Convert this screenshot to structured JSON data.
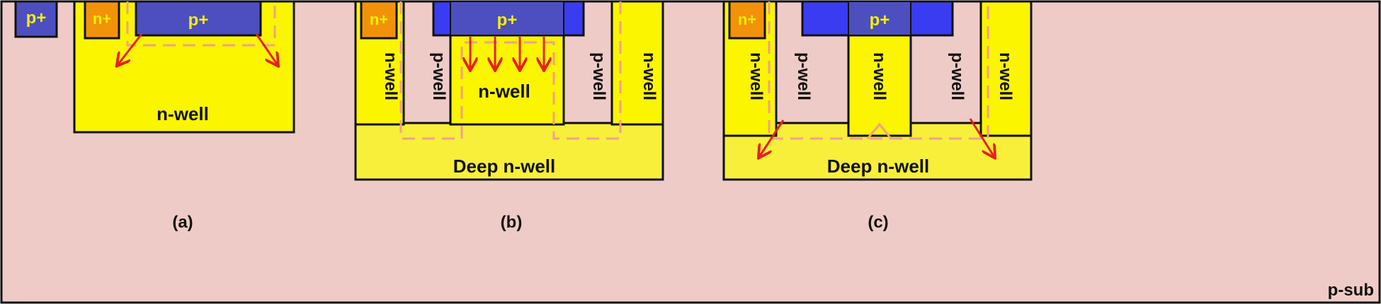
{
  "labels": {
    "substrate": "p-sub",
    "a": {
      "caption": "(a)",
      "pplus_left": "p+",
      "nplus": "n+",
      "pplus": "p+",
      "nwell": "n-well"
    },
    "b": {
      "caption": "(b)",
      "nplus": "n+",
      "pplus": "p+",
      "nwell_left": "n-well",
      "pwell_left": "p-well",
      "nwell_center": "n-well",
      "pwell_right": "p-well",
      "nwell_right": "n-well",
      "deep_nwell": "Deep n-well"
    },
    "c": {
      "caption": "(c)",
      "nplus": "n+",
      "pplus": "p+",
      "nwell_left": "n-well",
      "pwell_left": "p-well",
      "nwell_center": "n-well",
      "pwell_right": "p-well",
      "nwell_right": "n-well",
      "deep_nwell": "Deep n-well"
    }
  },
  "colors": {
    "substrate": "#efcbc7",
    "nwell": "#fbf500",
    "deep_nwell": "#f7ef3a",
    "pplus": "#4d4fc0",
    "pplus_bright": "#3a3cf2",
    "nplus": "#f2920a",
    "arrow": "#e8201c",
    "dash": "#f0a08c",
    "outline": "#111111"
  }
}
